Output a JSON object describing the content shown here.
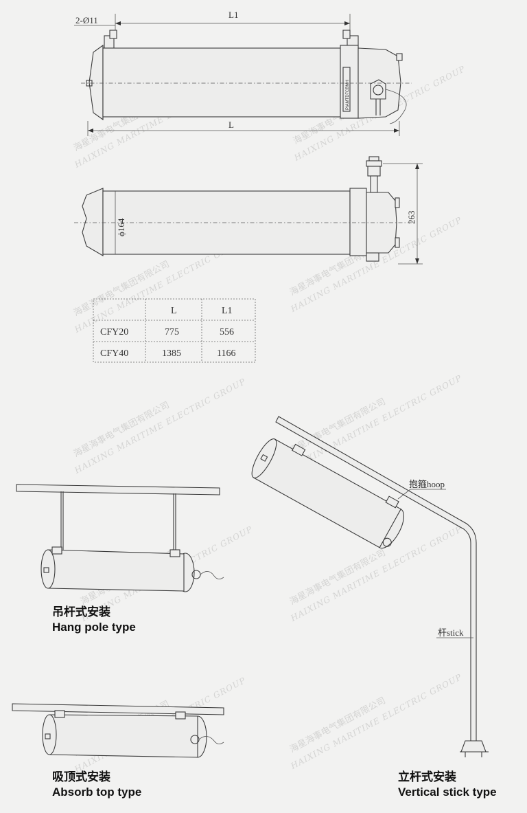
{
  "dimensions": {
    "holes": "2-Ø11",
    "l1": "L1",
    "l": "L",
    "diameter": "ϕ164",
    "height": "263"
  },
  "table": {
    "headers": [
      "",
      "L",
      "L1"
    ],
    "rows": [
      [
        "CFY20",
        "775",
        "556"
      ],
      [
        "CFY40",
        "1385",
        "1166"
      ]
    ]
  },
  "labels": {
    "hoop": "抱箍hoop",
    "stick": "杆stick",
    "nameplate": "PIAMTD7CBMH"
  },
  "captions": {
    "hang_cn": "吊杆式安装",
    "hang_en": "Hang pole type",
    "absorb_cn": "吸顶式安装",
    "absorb_en": "Absorb top type",
    "vertical_cn": "立杆式安装",
    "vertical_en": "Vertical stick type"
  },
  "watermark": {
    "cn": "海星海事电气集团有限公司",
    "en": "HAIXING MARITIME ELECTRIC GROUP"
  }
}
